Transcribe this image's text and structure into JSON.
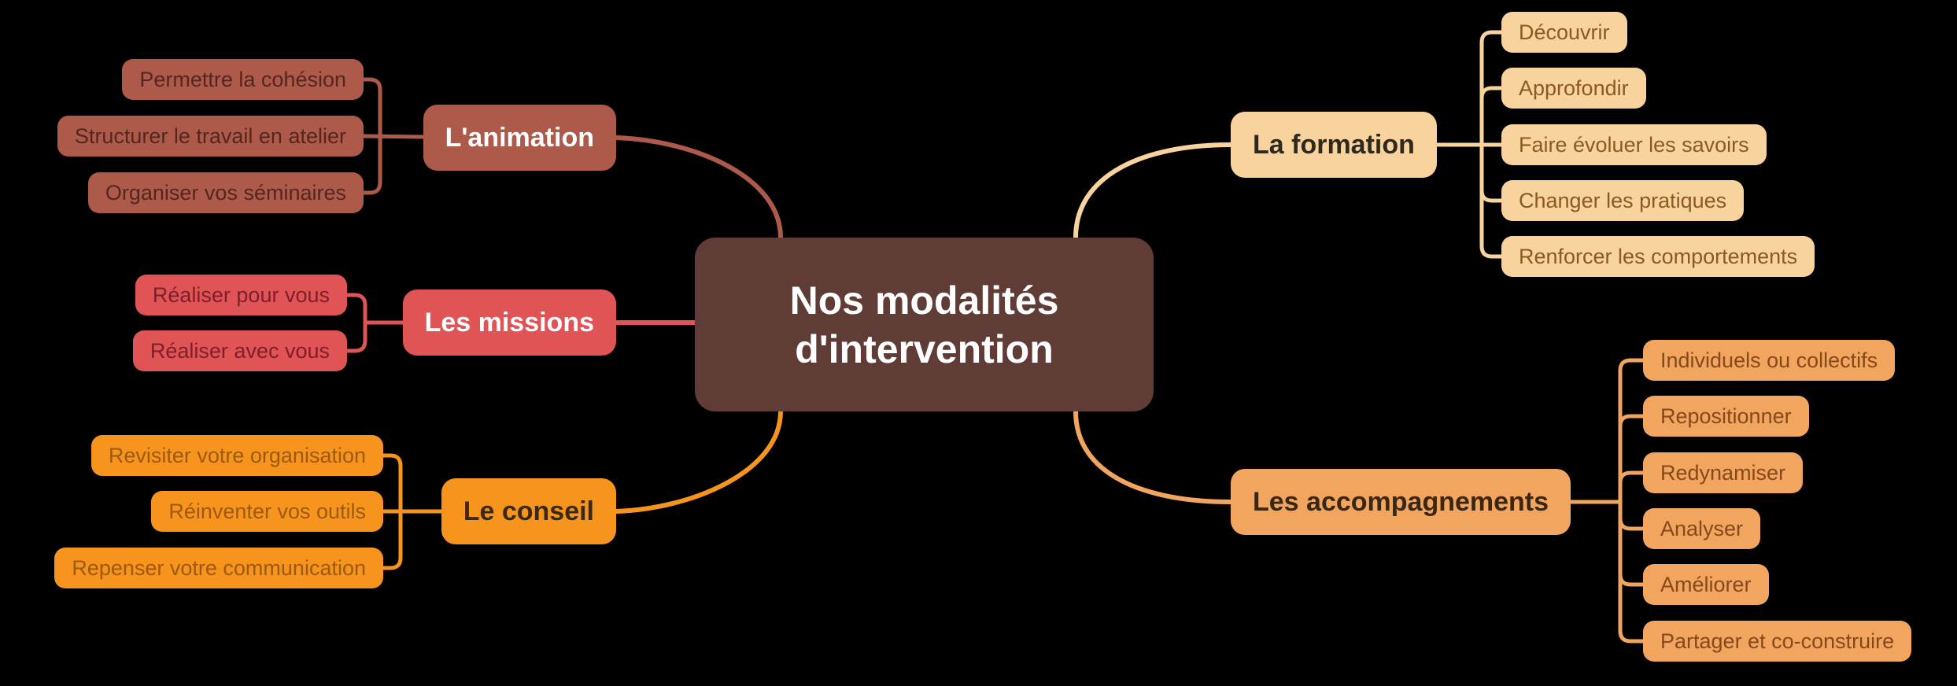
{
  "central": {
    "label": "Nos modalités d'intervention",
    "lines": [
      "Nos modalités",
      "d'intervention"
    ]
  },
  "branches": [
    {
      "label": "L'animation",
      "children": [
        "Permettre la cohésion",
        "Structurer le travail en atelier",
        "Organiser vos séminaires"
      ]
    },
    {
      "label": "Les missions",
      "children": [
        "Réaliser pour vous",
        "Réaliser avec vous"
      ]
    },
    {
      "label": "Le conseil",
      "children": [
        "Revisiter votre organisation",
        "Réinventer vos outils",
        "Repenser votre communication"
      ]
    },
    {
      "label": "La formation",
      "children": [
        "Découvrir",
        "Approfondir",
        "Faire évoluer les savoirs",
        "Changer les pratiques",
        "Renforcer les comportements"
      ]
    },
    {
      "label": "Les accompagnements",
      "children": [
        "Individuels ou collectifs",
        "Repositionner",
        "Redynamiser",
        "Analyser",
        "Améliorer",
        "Partager et co-construire"
      ]
    }
  ],
  "palette": {
    "background": "#000000",
    "central_fill": "#603c36",
    "central_text": "#ffffff",
    "animation_fill": "#ad5a4b",
    "animation_child_text": "#54261e",
    "missions_fill": "#e15456",
    "missions_child_text": "#7d1f2b",
    "conseil_fill": "#f7941e",
    "conseil_child_text": "#9c5a10",
    "formation_fill": "#f8d39e",
    "formation_child_text": "#8a5a20",
    "accompagnements_fill": "#f1a55f",
    "accompagnements_child_text": "#87481a"
  }
}
